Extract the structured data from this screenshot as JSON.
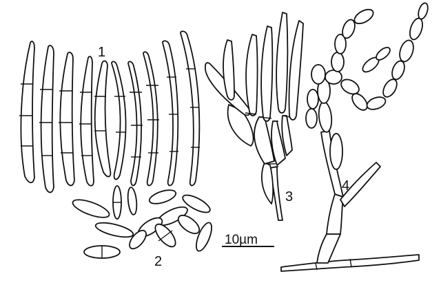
{
  "figure": {
    "panel_labels": {
      "conidia": "1",
      "ramoconidia": "2",
      "conidiophore_a": "3",
      "conidiophore_b": "4"
    },
    "scale_bar": {
      "label": "10µm"
    },
    "colors": {
      "ink": "#111111",
      "background": "#ffffff"
    }
  }
}
